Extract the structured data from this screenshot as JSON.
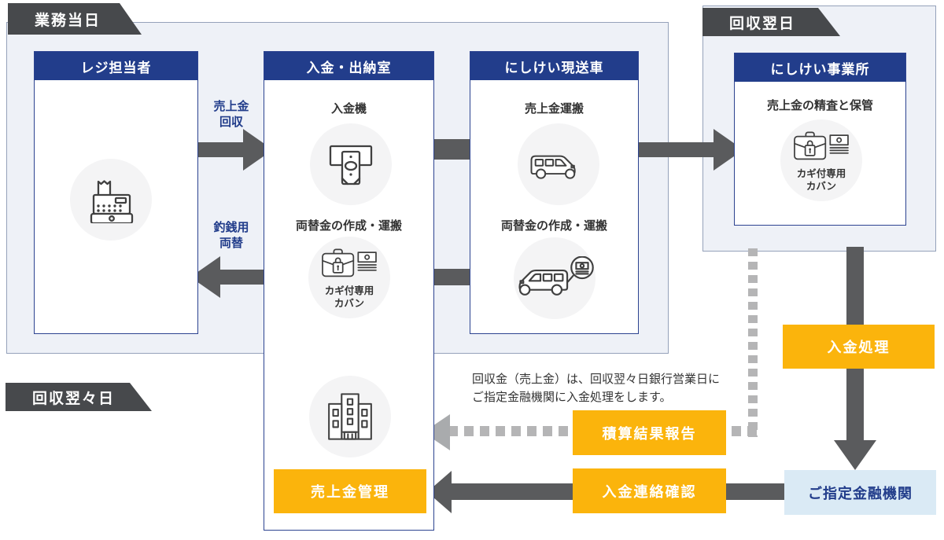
{
  "phases": {
    "day": "業務当日",
    "next_day": "回収翌日",
    "two_days_later": "回収翌々日"
  },
  "nodes": {
    "cashier": {
      "title": "レジ担当者"
    },
    "deposit_room": {
      "title": "入金・出納室",
      "machine": "入金機",
      "change": "両替金の作成・運搬",
      "bag1": "カギ付専用",
      "bag2": "カバン"
    },
    "cash_van": {
      "title": "にしけい現送車",
      "carry": "売上金運搬",
      "change": "両替金の作成・運搬"
    },
    "office": {
      "title": "にしけい事業所",
      "task": "売上金の精査と保管",
      "bag1": "カギ付専用",
      "bag2": "カバン"
    }
  },
  "arrows": {
    "collect1": "売上金",
    "collect2": "回収",
    "change1": "釣銭用",
    "change2": "両替"
  },
  "flow": {
    "deposit_process": "入金処理",
    "bank": "ご指定金融機関",
    "report": "積算結果報告",
    "confirm": "入金連絡確認",
    "manage": "売上金管理",
    "note1": "回収金（売上金）は、回収翌々日銀行営業日に",
    "note2": "ご指定金融機関に入金処理をします。"
  },
  "colors": {
    "navy": "#223d8b",
    "yellow": "#fbb40c",
    "dark_gray": "#5a5b5d",
    "label_gray": "#47494c",
    "bank_blue": "#daeaf5",
    "dash_gray": "#b5b5b6",
    "panel_fill": "#eef1f7"
  }
}
